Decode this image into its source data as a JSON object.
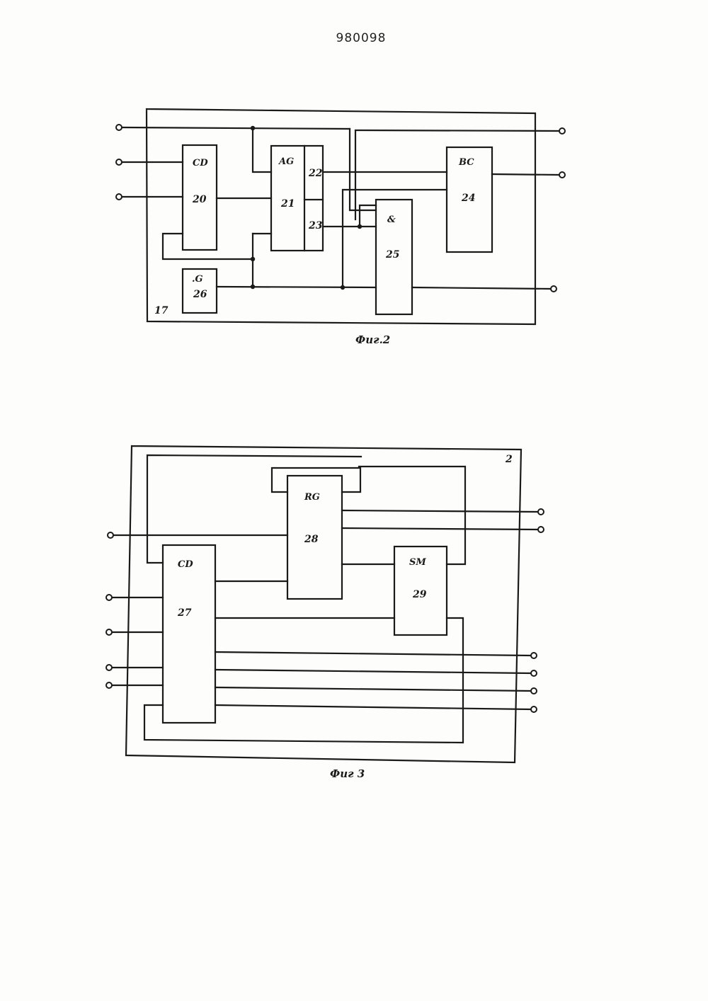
{
  "page_number": "980098",
  "fig2": {
    "caption": "Фиг.2",
    "unit_ref": "17",
    "blocks": {
      "cd20": {
        "code": "CD",
        "num": "20"
      },
      "ag21": {
        "code": "AG",
        "num": "21",
        "sub_top": "22",
        "sub_bottom": "23"
      },
      "and25": {
        "code": "&",
        "num": "25"
      },
      "bc24": {
        "code": "BC",
        "num": "24"
      },
      "g26": {
        "code": ".G",
        "num": "26"
      }
    }
  },
  "fig3": {
    "caption": "Фиг 3",
    "unit_ref": "2",
    "blocks": {
      "rg28": {
        "code": "RG",
        "num": "28"
      },
      "cd27": {
        "code": "CD",
        "num": "27"
      },
      "sm29": {
        "code": "SM",
        "num": "29"
      }
    }
  }
}
